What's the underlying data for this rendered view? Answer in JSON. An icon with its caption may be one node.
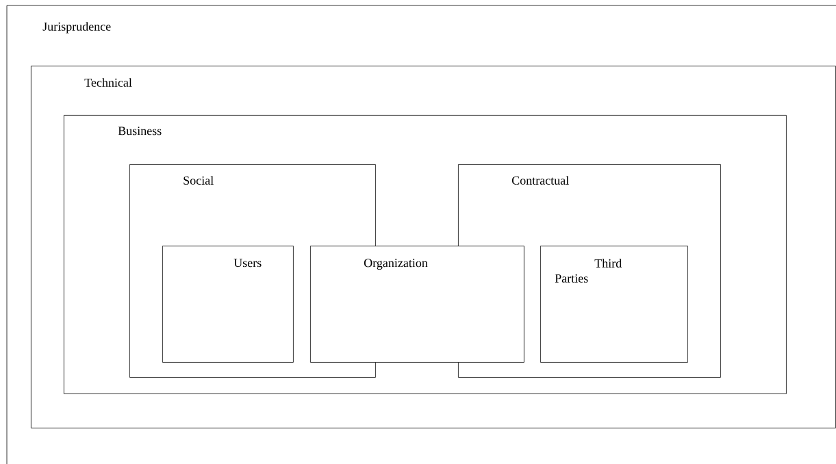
{
  "diagram": {
    "nodes": [
      {
        "text": [
          "Jurisprudence"
        ]
      },
      {
        "text": [
          "Technical"
        ],
        "in": 0
      },
      {
        "text": [
          "Business"
        ],
        "in": 1
      },
      {
        "text": [
          "Social"
        ],
        "in": 2
      },
      {
        "text": [
          "Contractual"
        ],
        "in": 2
      },
      {
        "text": [
          "Users"
        ],
        "in": 3
      },
      {
        "text": [
          "Organization"
        ],
        "in": 2
      },
      {
        "text": [
          "Third Parties"
        ],
        "in": 4
      }
    ]
  }
}
